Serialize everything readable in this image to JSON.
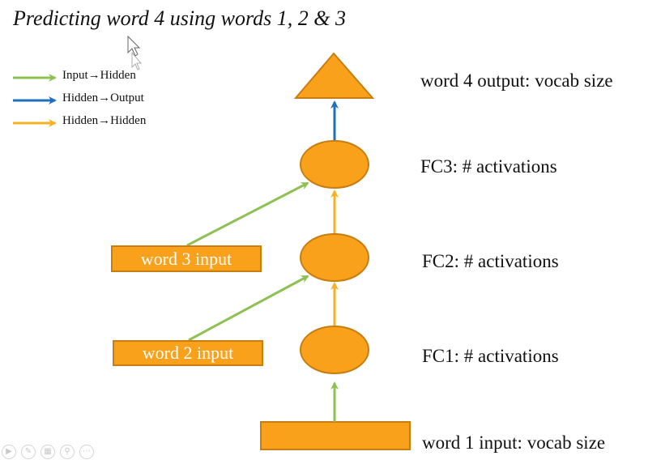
{
  "title": "Predicting word 4 using words 1, 2 & 3",
  "legend": [
    {
      "label": "Input→Hidden",
      "color": "#8dc152"
    },
    {
      "label": "Hidden→Output",
      "color": "#1f6fbf"
    },
    {
      "label": "Hidden→Hidden",
      "color": "#f5b026"
    }
  ],
  "nodes": {
    "output": {
      "label": "word 4 output: vocab size"
    },
    "fc3": {
      "label": "FC3: # activations"
    },
    "fc2": {
      "label": "FC2: # activations"
    },
    "fc1": {
      "label": "FC1: # activations"
    },
    "word1": {
      "label": "word 1 input: vocab size"
    },
    "word2": {
      "text": "word 2 input"
    },
    "word3": {
      "text": "word 3 input"
    }
  },
  "colors": {
    "node_fill": "#f9a11b",
    "node_stroke": "#c77d10",
    "input_to_hidden": "#8dc152",
    "hidden_to_output": "#1f6fbf",
    "hidden_to_hidden": "#f5b026"
  },
  "toolbar": [
    "play-icon",
    "pen-icon",
    "slides-icon",
    "zoom-icon",
    "more-icon"
  ]
}
